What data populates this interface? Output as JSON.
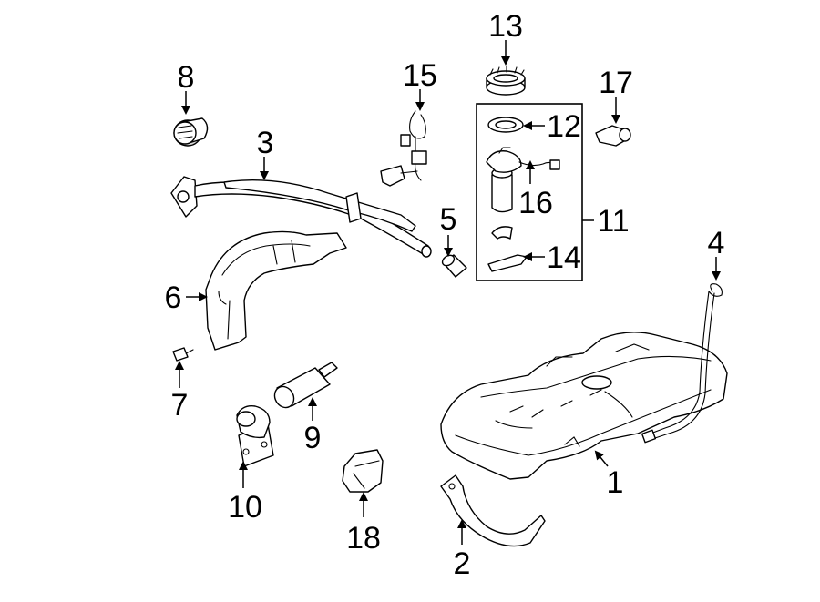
{
  "diagram": {
    "callouts": {
      "c1": "1",
      "c2": "2",
      "c3": "3",
      "c4": "4",
      "c5": "5",
      "c6": "6",
      "c7": "7",
      "c8": "8",
      "c9": "9",
      "c10": "10",
      "c11": "11",
      "c12": "12",
      "c13": "13",
      "c14": "14",
      "c15": "15",
      "c16": "16",
      "c17": "17",
      "c18": "18"
    },
    "line_color": "#000000",
    "part_shade": "#d9d9d9",
    "background": "#ffffff"
  }
}
